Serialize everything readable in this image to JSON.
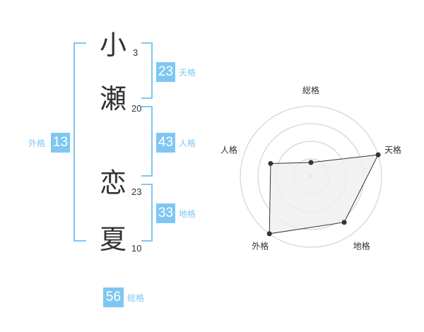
{
  "name_chars": [
    {
      "char": "小",
      "strokes": "3"
    },
    {
      "char": "瀬",
      "strokes": "20"
    },
    {
      "char": "恋",
      "strokes": "23"
    },
    {
      "char": "夏",
      "strokes": "10"
    }
  ],
  "kakusu": {
    "tenkaku": {
      "value": "23",
      "label": "天格"
    },
    "jinkaku": {
      "value": "43",
      "label": "人格"
    },
    "chikaku": {
      "value": "33",
      "label": "地格"
    },
    "gaikaku": {
      "value": "13",
      "label": "外格"
    },
    "soukaku": {
      "value": "56",
      "label": "総格"
    }
  },
  "chart_data": {
    "type": "radar",
    "axes": [
      "総格",
      "天格",
      "地格",
      "外格",
      "人格"
    ],
    "values": [
      0.2,
      1.0,
      0.8,
      1.0,
      0.6
    ],
    "rings": 4,
    "colors": {
      "fill": "#efefef",
      "line": "#333333",
      "grid": "#cccccc",
      "accent": "#7fc7f2"
    }
  }
}
